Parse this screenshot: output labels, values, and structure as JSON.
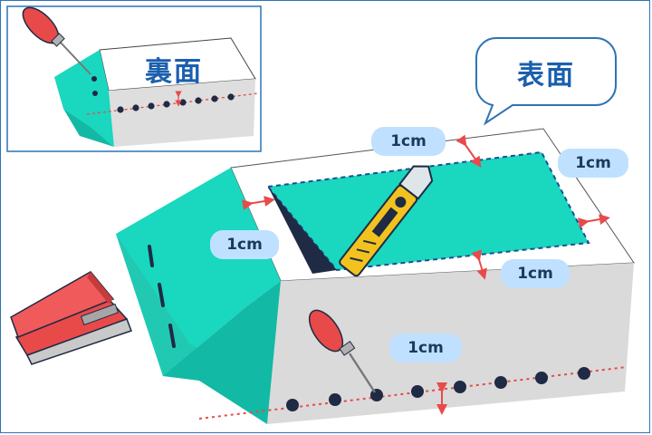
{
  "labels": {
    "front_side": "表面",
    "back_side": "裏面"
  },
  "measurements": {
    "top_edge": "1cm",
    "right_edge": "1cm",
    "left_edge": "1cm",
    "bottom_edge": "1cm",
    "hole_line": "1cm"
  },
  "colors": {
    "carton_teal": "#1ad7bf",
    "carton_teal_dark": "#12b9a4",
    "carton_gray": "#dadada",
    "dashed_line": "#1c4f92",
    "guide_line": "#e84a4a",
    "pill_bg": "#bfe1ff",
    "label_blue": "#1b5fae"
  },
  "icons": [
    "awl-icon",
    "cutter-knife-icon",
    "stapler-icon",
    "speech-bubble-icon"
  ]
}
